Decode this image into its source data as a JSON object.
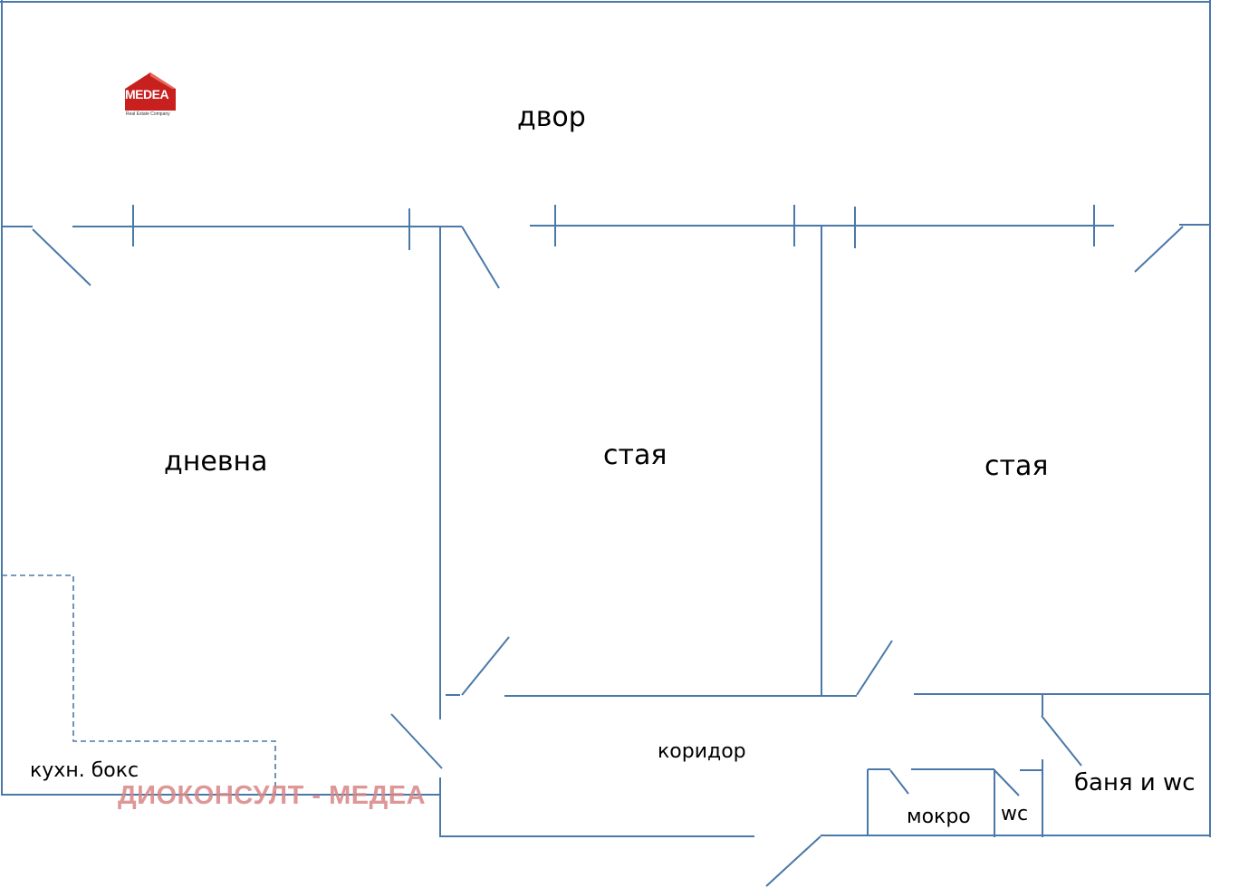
{
  "logo": {
    "word": "MEDEA",
    "subtitle": "Real Estate Company",
    "color": "#c8201f"
  },
  "rooms": {
    "yard": "двор",
    "living": "дневна",
    "room1": "стая",
    "room2": "стая",
    "corridor": "коридор",
    "kitchen": "кухн. бокс",
    "bath": "баня и wc",
    "wet": "мокро",
    "wc": "wc"
  },
  "watermark": "ДИОКОНСУЛТ - МЕДЕА",
  "colors": {
    "wall": "#4a78a8",
    "watermark": "#d98585"
  }
}
